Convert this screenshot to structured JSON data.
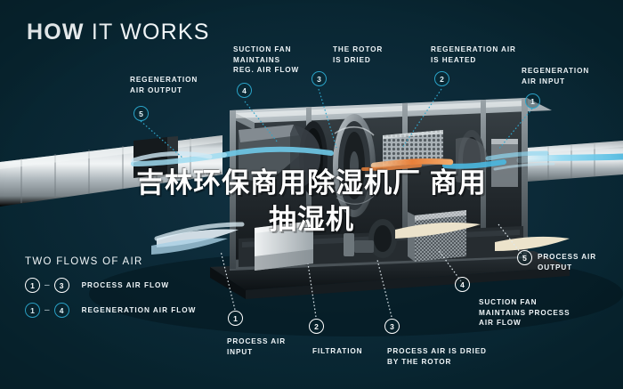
{
  "header": {
    "title_bold": "HOW",
    "title_light": "IT WORKS"
  },
  "watermark": {
    "line1": "吉林环保商用除湿机厂  商用",
    "line2": "抽湿机"
  },
  "colors": {
    "background": "#07242f",
    "accent_blue": "#2aa3c8",
    "flow_blue": "#7fd3ee",
    "flow_orange": "#e8803a",
    "text_white": "#eef4f7"
  },
  "legend": {
    "title": "TWO FLOWS OF AIR",
    "rows": [
      {
        "from": "1",
        "to": "3",
        "dash": "–",
        "style": "white",
        "label": "PROCESS AIR FLOW"
      },
      {
        "from": "1",
        "to": "4",
        "dash": "–",
        "style": "blue",
        "label": "REGENERATION AIR FLOW"
      }
    ]
  },
  "callouts": {
    "regeneration": [
      {
        "number": "5",
        "label": "REGENERATION\nAIR OUTPUT",
        "style": "blue"
      },
      {
        "number": "4",
        "label": "SUCTION FAN\nMAINTAINS\nREG. AIR FLOW",
        "style": "blue"
      },
      {
        "number": "3",
        "label": "THE ROTOR\nIS DRIED",
        "style": "blue"
      },
      {
        "number": "2",
        "label": "REGENERATION AIR\nIS HEATED",
        "style": "blue"
      },
      {
        "number": "1",
        "label": "REGENERATION\nAIR INPUT",
        "style": "blue"
      }
    ],
    "process": [
      {
        "number": "1",
        "label": "PROCESS AIR\nINPUT",
        "style": "white"
      },
      {
        "number": "2",
        "label": "FILTRATION",
        "style": "white"
      },
      {
        "number": "3",
        "label": "PROCESS AIR IS DRIED\nBY THE ROTOR",
        "style": "white"
      },
      {
        "number": "4",
        "label": "SUCTION FAN\nMAINTAINS PROCESS\nAIR FLOW",
        "style": "white"
      },
      {
        "number": "5",
        "label": "PROCESS AIR\nOUTPUT",
        "style": "white"
      }
    ]
  }
}
